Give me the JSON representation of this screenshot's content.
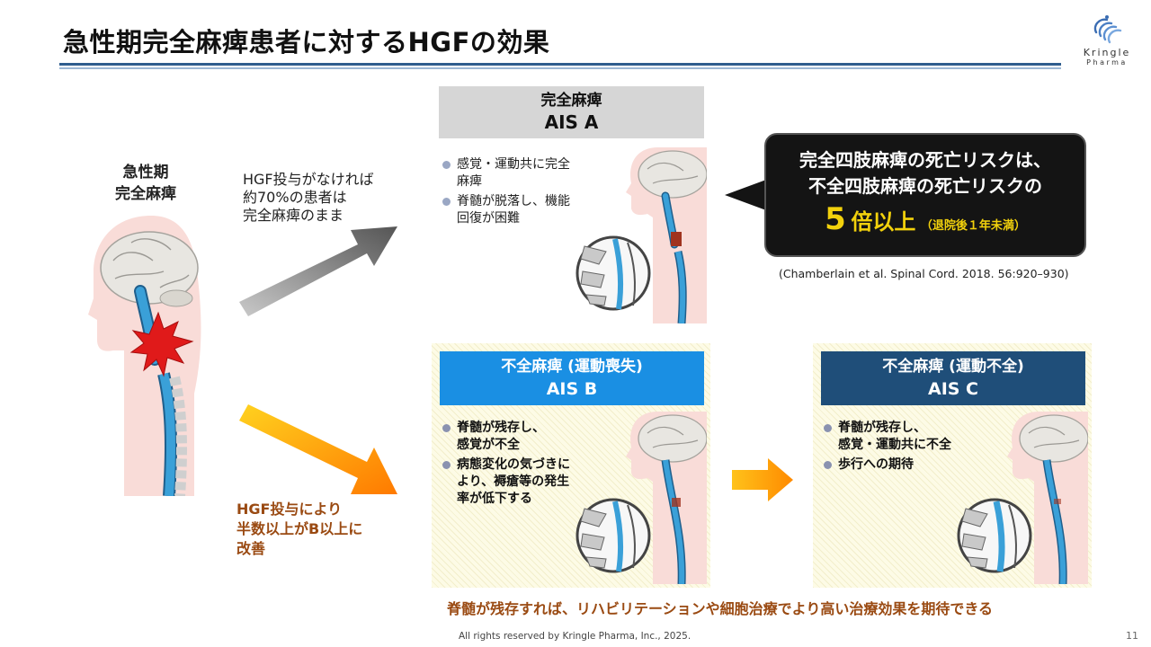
{
  "title": "急性期完全麻痺患者に対するHGFの効果",
  "logo": {
    "name": "Kringle",
    "sub": "Pharma"
  },
  "left_label": {
    "line1": "急性期",
    "line2": "完全麻痺"
  },
  "no_hgf_text": {
    "line1": "HGF投与がなければ",
    "line2": "約70%の患者は",
    "line3": "完全麻痺のまま"
  },
  "hgf_text": {
    "line1": "HGF投与により",
    "line2": "半数以上がB以上に",
    "line3": "改善"
  },
  "ais_a": {
    "head1": "完全麻痺",
    "head2": "AIS A",
    "bullets": [
      {
        "line1": "感覚・運動共に完全",
        "line2": "麻痺"
      },
      {
        "line1": "脊髄が脱落し、機能",
        "line2": "回復が困難"
      }
    ]
  },
  "callout": {
    "line1": "完全四肢麻痺の死亡リスクは、",
    "line2": "不全四肢麻痺の死亡リスクの",
    "big_number": "5",
    "big_suffix": "倍以上",
    "small_note": "（退院後１年未満）"
  },
  "citation": "(Chamberlain et al. Spinal Cord. 2018. 56:920–930)",
  "ais_b": {
    "head1": "不全麻痺 (運動喪失)",
    "head2": "AIS B",
    "bullets": [
      {
        "line1": "脊髄が残存し、",
        "line2": "感覚が不全"
      },
      {
        "line1": "病態変化の気づきに",
        "line2": "より、褥瘡等の発生",
        "line3": "率が低下する"
      }
    ]
  },
  "ais_c": {
    "head1": "不全麻痺 (運動不全)",
    "head2": "AIS C",
    "bullets": [
      {
        "line1": "脊髄が残存し、",
        "line2": "感覚・運動共に不全"
      },
      {
        "line1": "歩行への期待"
      }
    ]
  },
  "bottom_note": "脊髄が残存すれば、リハビリテーションや細胞治療でより高い治療効果を期待できる",
  "footer": "All rights reserved by Kringle Pharma, Inc., 2025.",
  "page_number": "11",
  "colors": {
    "title_rule": "#2f5d8e",
    "ais_a_head": "#d6d6d6",
    "ais_b_head": "#1a8fe3",
    "ais_c_head": "#1f4e79",
    "callout_bg": "#141414",
    "callout_highlight": "#f2d10c",
    "hgf_text": "#9a4a12",
    "spinal_cord": "#3aa0d8",
    "injury": "#e01a1a",
    "orange_arrow": "#ff8c00",
    "gray_arrow": "#666666"
  },
  "icons": [
    "kringle-logo-icon",
    "head-spine-illustration",
    "injury-burst-icon",
    "spine-crosssection-icon",
    "gray-arrow-icon",
    "orange-arrow-icon",
    "right-arrow-icon"
  ]
}
